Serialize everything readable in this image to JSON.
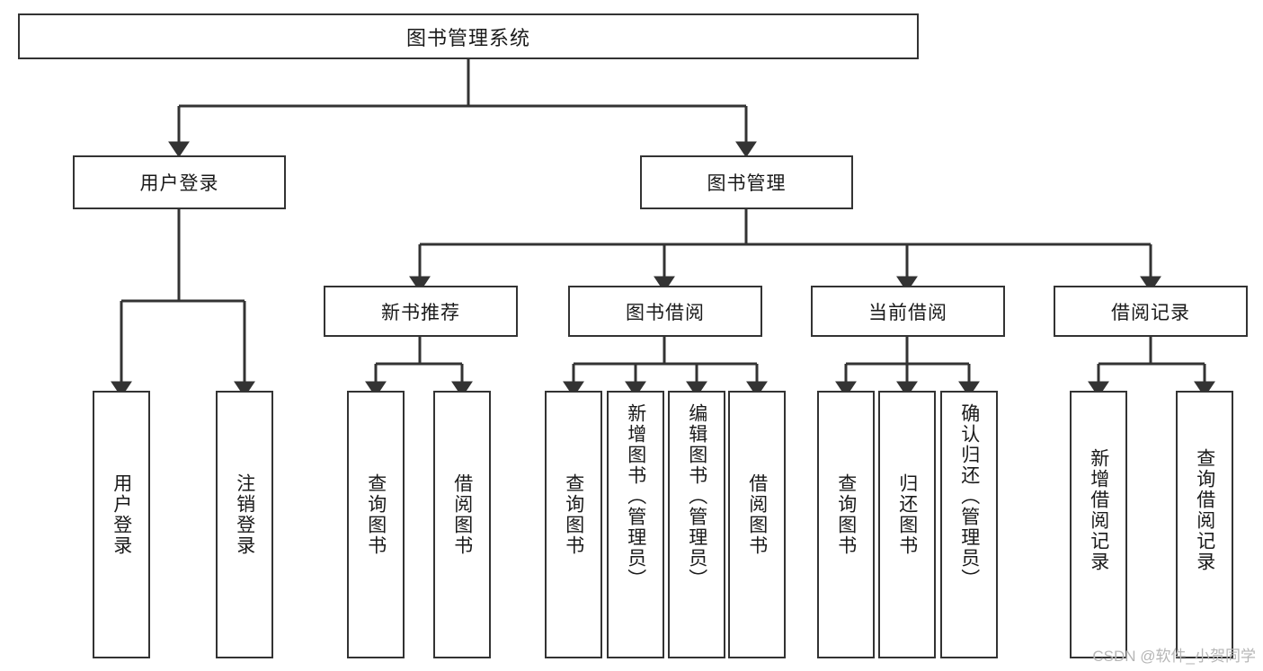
{
  "diagram": {
    "title_box": {
      "label": "图书管理系统"
    },
    "level2": [
      {
        "id": "user-login",
        "label": "用户登录"
      },
      {
        "id": "book-management",
        "label": "图书管理"
      }
    ],
    "level3": [
      {
        "id": "new-book-recommend",
        "label": "新书推荐"
      },
      {
        "id": "book-borrow",
        "label": "图书借阅"
      },
      {
        "id": "current-borrow",
        "label": "当前借阅"
      },
      {
        "id": "borrow-record",
        "label": "借阅记录"
      }
    ],
    "leaves": [
      {
        "id": "leaf-user-login",
        "label": "用户登录",
        "parent": "用户登录"
      },
      {
        "id": "leaf-user-logout",
        "label": "注销登录",
        "parent": "用户登录"
      },
      {
        "id": "leaf-query-book-1",
        "label": "查询图书",
        "parent": "新书推荐"
      },
      {
        "id": "leaf-borrow-book-1",
        "label": "借阅图书",
        "parent": "新书推荐"
      },
      {
        "id": "leaf-query-book-2",
        "label": "查询图书",
        "parent": "图书借阅"
      },
      {
        "id": "leaf-add-book",
        "label": "新增图书（管理员）",
        "parent": "图书借阅"
      },
      {
        "id": "leaf-edit-book",
        "label": "编辑图书（管理员）",
        "parent": "图书借阅"
      },
      {
        "id": "leaf-borrow-book-2",
        "label": "借阅图书",
        "parent": "图书借阅"
      },
      {
        "id": "leaf-query-book-3",
        "label": "查询图书",
        "parent": "当前借阅"
      },
      {
        "id": "leaf-return-book",
        "label": "归还图书",
        "parent": "当前借阅"
      },
      {
        "id": "leaf-confirm-return",
        "label": "确认归还（管理员）",
        "parent": "当前借阅"
      },
      {
        "id": "leaf-add-record",
        "label": "新增借阅记录",
        "parent": "借阅记录"
      },
      {
        "id": "leaf-query-record",
        "label": "查询借阅记录",
        "parent": "借阅记录"
      }
    ],
    "watermark": "CSDN @软件_小贺同学",
    "colors": {
      "border": "#333333",
      "background": "#ffffff",
      "text": "#1a1a1a",
      "watermark": "#b6b6b6"
    }
  }
}
